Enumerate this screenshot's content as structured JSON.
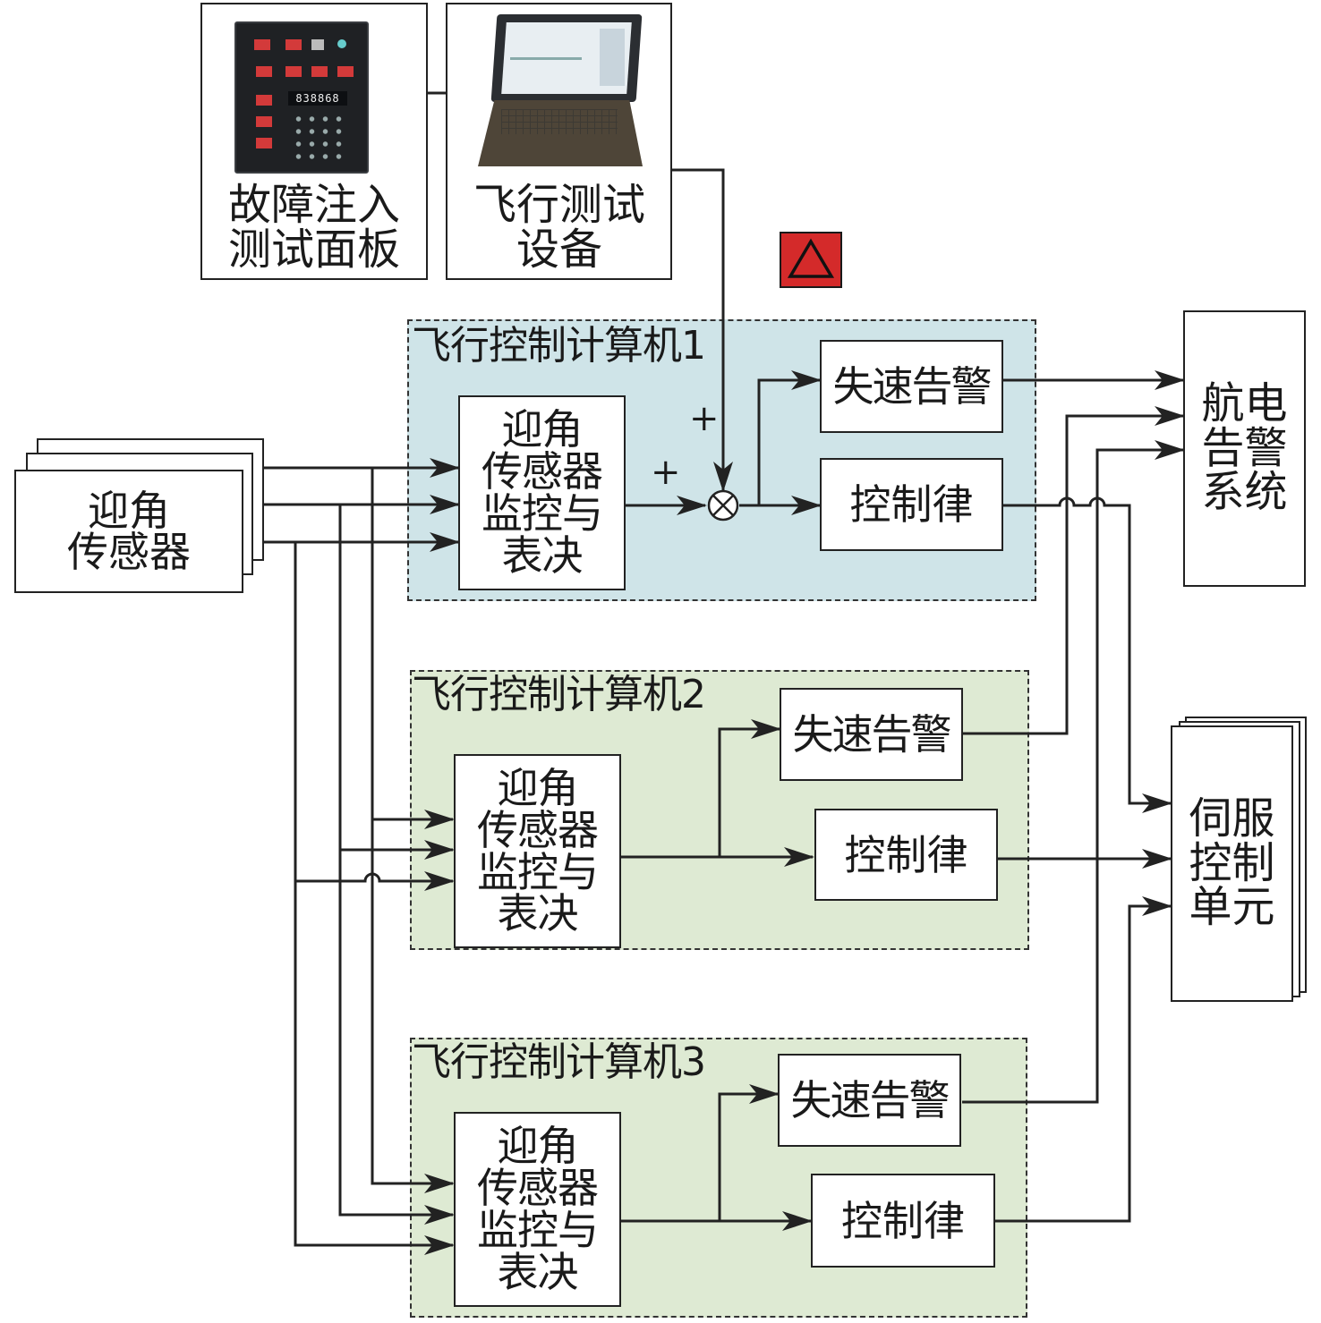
{
  "top": {
    "fault_panel": {
      "label": "故障注入\n测试面板",
      "display_value": "838868"
    },
    "flight_test_device": {
      "label": "飞行测试\n设备"
    }
  },
  "warning_marker": {
    "icon": "warning-triangle-icon",
    "color": "#d42a2a"
  },
  "aoa_sensor": {
    "label": "迎角\n传感器"
  },
  "computers": [
    {
      "title": "飞行控制计算机1",
      "voter": "迎角\n传感器\n监控与\n表决",
      "stall": "失速告警",
      "law": "控制律",
      "bg": "#cfe4e8",
      "plus_top": "+",
      "plus_left": "+"
    },
    {
      "title": "飞行控制计算机2",
      "voter": "迎角\n传感器\n监控与\n表决",
      "stall": "失速告警",
      "law": "控制律",
      "bg": "#deead3"
    },
    {
      "title": "飞行控制计算机3",
      "voter": "迎角\n传感器\n监控与\n表决",
      "stall": "失速告警",
      "law": "控制律",
      "bg": "#deead3"
    }
  ],
  "avionics_alert": {
    "label": "航电\n告警\n系统"
  },
  "servo_unit": {
    "label": "伺服\n控制\n单元"
  }
}
